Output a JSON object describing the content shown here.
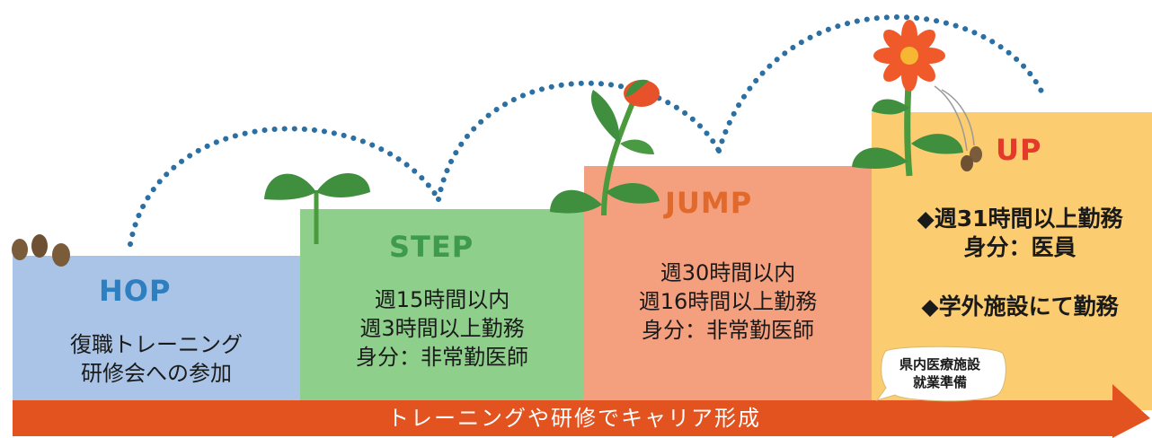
{
  "stages": {
    "hop": {
      "title": "HOP",
      "lines": [
        "復職トレーニング",
        "研修会への参加"
      ]
    },
    "step": {
      "title": "STEP",
      "lines": [
        "週15時間以内",
        "週3時間以上勤務",
        "身分：非常勤医師"
      ]
    },
    "jump": {
      "title": "JUMP",
      "lines": [
        "週30時間以内",
        "週16時間以上勤務",
        "身分：非常勤医師"
      ]
    },
    "up": {
      "title": "UP",
      "lines": [
        "◆週31時間以上勤務",
        "身分：医員",
        "◆学外施設にて勤務"
      ]
    }
  },
  "bubble": {
    "lines": [
      "県内医療施設",
      "就業準備"
    ]
  },
  "arrow": {
    "label": "トレーニングや研修でキャリア形成"
  },
  "colors": {
    "hop": "#a9c4e6",
    "step": "#8fcf8c",
    "jump": "#f4a07e",
    "up": "#fbcc70",
    "arrow": "#e2531f",
    "dots": "#2b6fa3",
    "leaf": "#3f8f3f"
  },
  "icons": [
    "seed-icon",
    "sprout-icon",
    "bud-plant-icon",
    "flower-icon"
  ]
}
